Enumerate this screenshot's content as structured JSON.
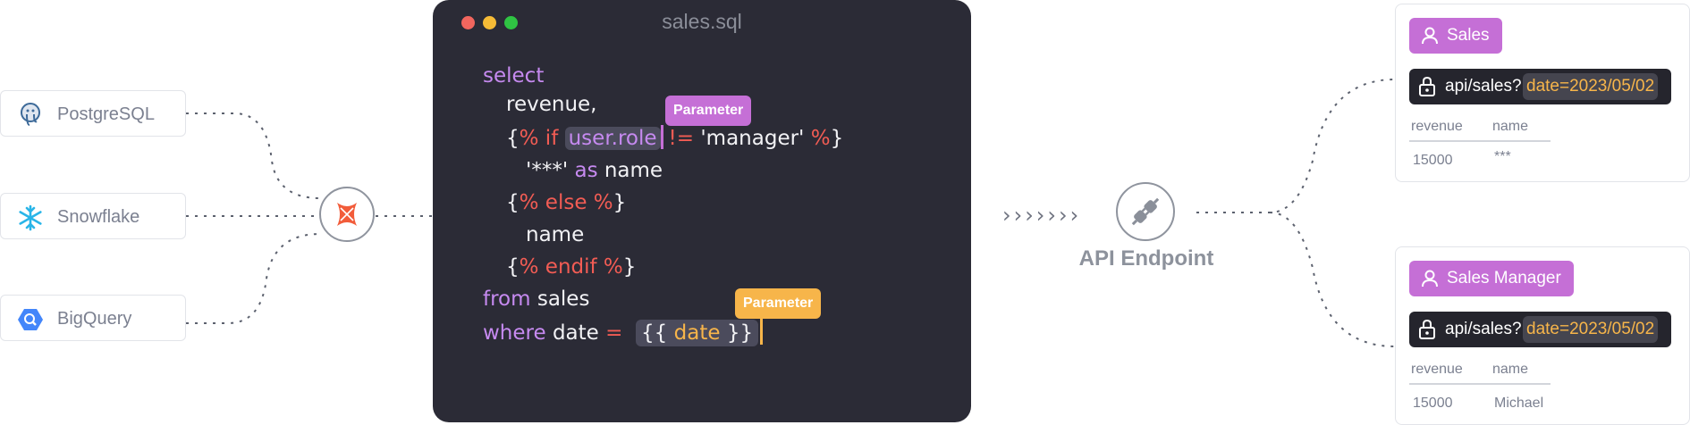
{
  "sources": [
    {
      "label": "PostgreSQL",
      "icon": "postgresql-icon"
    },
    {
      "label": "Snowflake",
      "icon": "snowflake-icon"
    },
    {
      "label": "BigQuery",
      "icon": "bigquery-icon"
    }
  ],
  "hub": {
    "icon": "vulcan-logo-icon"
  },
  "editor": {
    "title": "sales.sql",
    "code": {
      "select": "select",
      "revenue": "revenue,",
      "brace_open": "{",
      "if_open": "% if",
      "user_role": "user.role",
      "neq": "!=",
      "manager": "'manager'",
      "pct": "%",
      "brace_close": "}",
      "stars": "'***'",
      "as": "as",
      "name_alias": "name",
      "else_open": "{",
      "else_kw": "% else %",
      "else_close": "}",
      "name_col": "name",
      "endif_open": "{",
      "endif_kw": "% endif %",
      "endif_close": "}",
      "from": "from",
      "sales": "sales",
      "where": "where",
      "date_eq": "date",
      "equals": "=",
      "tpl_open": "{{",
      "tpl_var": "date",
      "tpl_close": "}}"
    },
    "tags": [
      {
        "label": "Parameter",
        "color": "#c56fd6"
      },
      {
        "label": "Parameter",
        "color": "#f7b54a"
      }
    ]
  },
  "middle": {
    "chevrons": "›››››››",
    "endpoint_label": "API Endpoint",
    "endpoint_icon": "plug-icon"
  },
  "cards": [
    {
      "role": "Sales",
      "api_path": "api/sales?",
      "api_param": "date=2023/05/02",
      "columns": [
        "revenue",
        "name"
      ],
      "row": [
        "15000",
        "***"
      ]
    },
    {
      "role": "Sales Manager",
      "api_path": "api/sales?",
      "api_param": "date=2023/05/02",
      "columns": [
        "revenue",
        "name"
      ],
      "row": [
        "15000",
        "Michael"
      ]
    }
  ],
  "colors": {
    "editor_bg": "#2b2b36",
    "keyword": "#c68af0",
    "template_delim": "#f25c54",
    "parameter_purple": "#c56fd6",
    "parameter_yellow": "#f7b54a"
  }
}
